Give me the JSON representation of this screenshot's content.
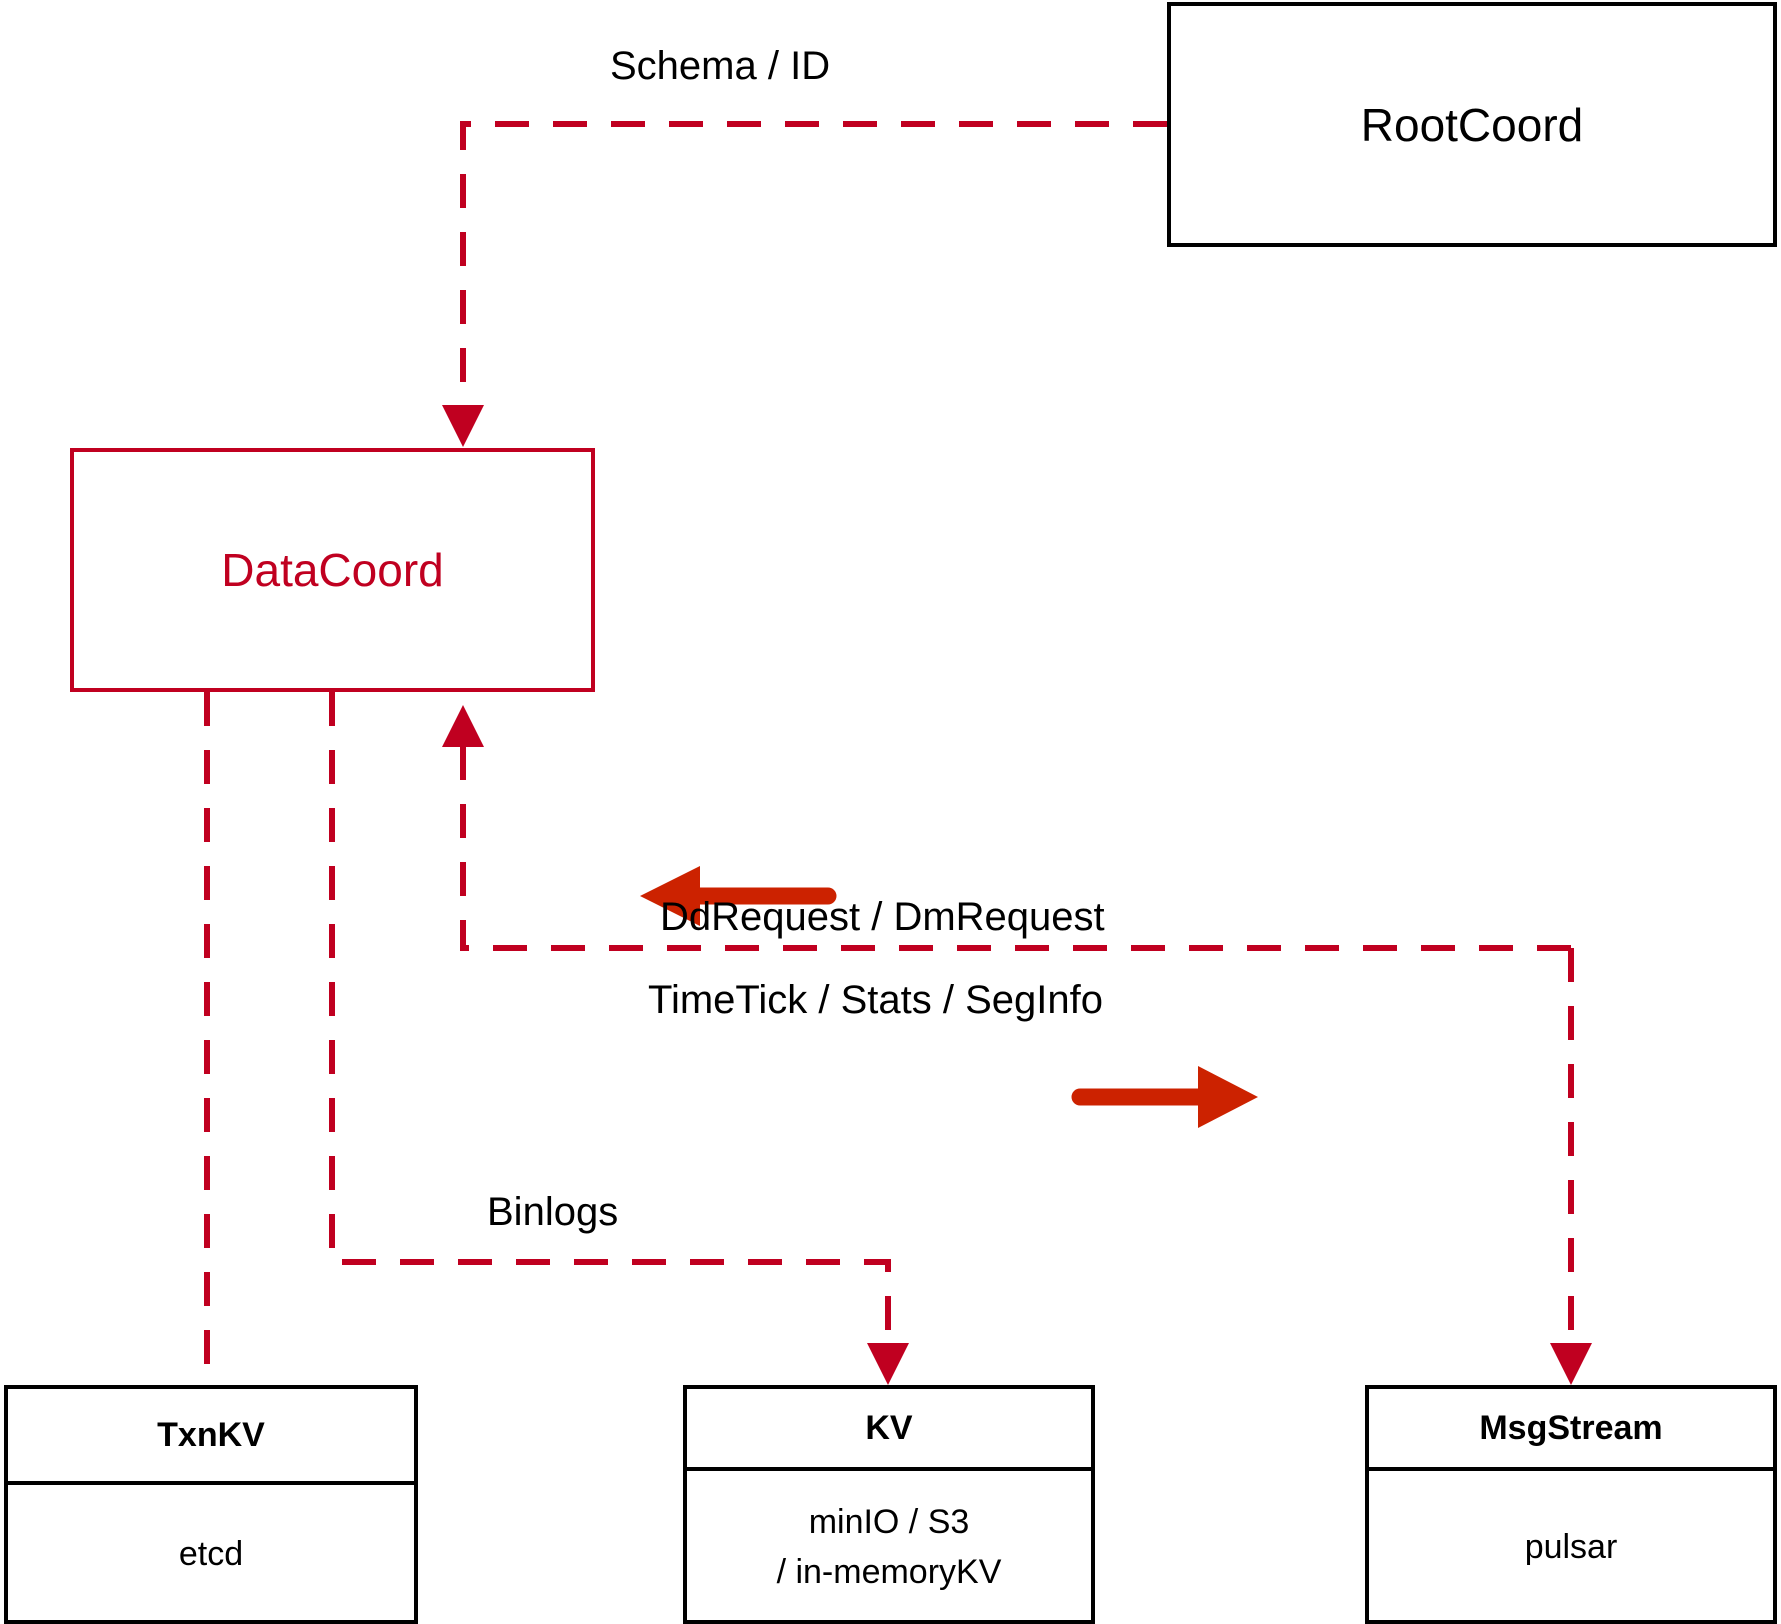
{
  "diagram": {
    "type": "architecture-flow",
    "title": "DataCoord component interactions",
    "colors": {
      "dashed_edge": "#c00020",
      "solid_arrow": "#cc2200",
      "node_border_red": "#c00020",
      "node_border_black": "#000000",
      "node_text_red": "#c00020",
      "node_text_black": "#000000",
      "background": "#ffffff"
    },
    "nodes": {
      "rootcoord": {
        "label": "RootCoord",
        "style": "plain-black"
      },
      "datacoord": {
        "label": "DataCoord",
        "style": "plain-red"
      },
      "txnkv": {
        "title": "TxnKV",
        "body": [
          "etcd"
        ],
        "style": "compartment-black"
      },
      "kv": {
        "title": "KV",
        "body": [
          "minIO / S3",
          "/ in-memoryKV"
        ],
        "style": "compartment-black"
      },
      "msgstream": {
        "title": "MsgStream",
        "body": [
          "pulsar"
        ],
        "style": "compartment-black"
      }
    },
    "edge_labels": {
      "schema_id": "Schema / ID",
      "dd_dm_request": "DdRequest / DmRequest",
      "timetick_stats_seginfo": "TimeTick / Stats / SegInfo",
      "binlogs": "Binlogs"
    },
    "edges": [
      {
        "id": "rootcoord-to-datacoord",
        "from": "rootcoord",
        "to": "datacoord",
        "label": "Schema / ID",
        "style": "dashed",
        "arrow": "to"
      },
      {
        "id": "msgstream-to-datacoord",
        "from": "msgstream",
        "to": "datacoord",
        "label": "DdRequest / DmRequest",
        "style": "dashed",
        "arrow": "to"
      },
      {
        "id": "datacoord-to-msgstream",
        "from": "datacoord",
        "to": "msgstream",
        "label": "TimeTick / Stats / SegInfo",
        "style": "dashed",
        "arrow": "to"
      },
      {
        "id": "datacoord-to-kv",
        "from": "datacoord",
        "to": "kv",
        "label": "Binlogs",
        "style": "dashed",
        "arrow": "to"
      },
      {
        "id": "datacoord-to-txnkv",
        "from": "datacoord",
        "to": "txnkv",
        "label": "",
        "style": "dashed",
        "arrow": "none"
      }
    ],
    "direction_markers": [
      {
        "id": "inbound-marker",
        "direction": "left",
        "meaning": "DdRequest / DmRequest flows toward DataCoord"
      },
      {
        "id": "outbound-marker",
        "direction": "right",
        "meaning": "TimeTick / Stats / SegInfo flows toward MsgStream"
      }
    ]
  }
}
